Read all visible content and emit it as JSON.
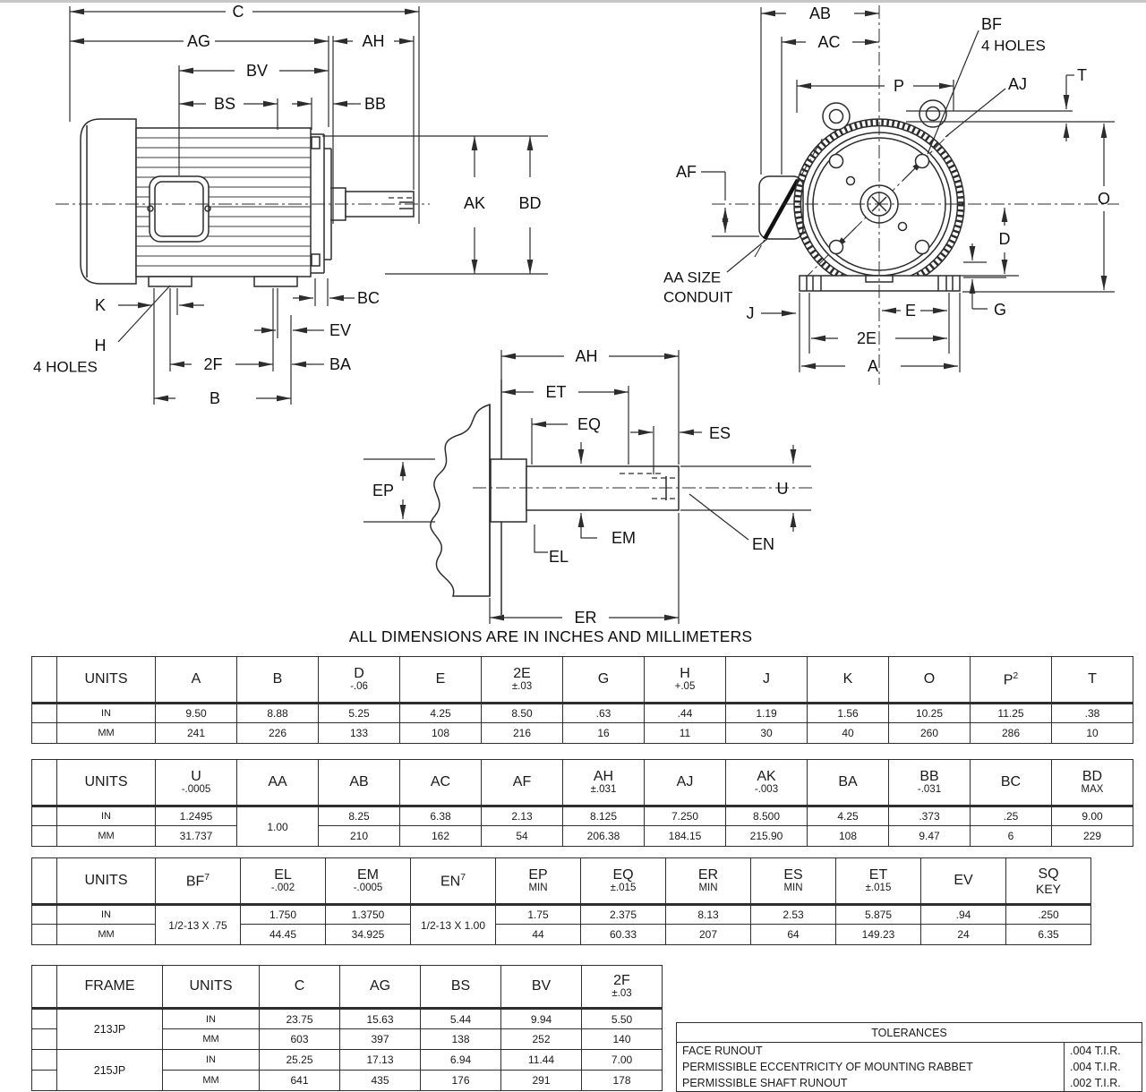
{
  "title_note": "ALL DIMENSIONS ARE IN INCHES AND MILLIMETERS",
  "units": {
    "in_label": "IN",
    "mm_label": "MM"
  },
  "labels": {
    "side": {
      "c": "C",
      "ag": "AG",
      "ah": "AH",
      "bv": "BV",
      "bs": "BS",
      "bb": "BB",
      "ak": "AK",
      "bd": "BD",
      "bc": "BC",
      "ev": "EV",
      "ba": "BA",
      "k": "K",
      "h": "H",
      "holes": "4 HOLES",
      "f2": "2F",
      "b": "B"
    },
    "front": {
      "ab": "AB",
      "ac": "AC",
      "p": "P",
      "bf": "BF",
      "holes": "4 HOLES",
      "aj": "AJ",
      "t": "T",
      "af": "AF",
      "o": "O",
      "d": "D",
      "g": "G",
      "j": "J",
      "e": "E",
      "e2": "2E",
      "a": "A",
      "aa_line1": "AA SIZE",
      "aa_line2": "CONDUIT"
    },
    "shaft": {
      "ah": "AH",
      "et": "ET",
      "eq": "EQ",
      "es": "ES",
      "ep": "EP",
      "u": "U",
      "em": "EM",
      "el": "EL",
      "en": "EN",
      "er": "ER"
    }
  },
  "t1": {
    "headers": [
      {
        "label": "UNITS"
      },
      {
        "label": "A"
      },
      {
        "label": "B"
      },
      {
        "label": "D",
        "sub": "-.06"
      },
      {
        "label": "E"
      },
      {
        "label": "2E",
        "sub": "±.03"
      },
      {
        "label": "G"
      },
      {
        "label": "H",
        "sub": "+.05"
      },
      {
        "label": "J"
      },
      {
        "label": "K"
      },
      {
        "label": "O"
      },
      {
        "label": "P",
        "sup": "2"
      },
      {
        "label": "T"
      }
    ],
    "row_in": {
      "values": [
        "9.50",
        "8.88",
        "5.25",
        "4.25",
        "8.50",
        ".63",
        ".44",
        "1.19",
        "1.56",
        "10.25",
        "11.25",
        ".38"
      ]
    },
    "row_mm": {
      "values": [
        "241",
        "226",
        "133",
        "108",
        "216",
        "16",
        "11",
        "30",
        "40",
        "260",
        "286",
        "10"
      ]
    }
  },
  "t2": {
    "headers": [
      {
        "label": "UNITS"
      },
      {
        "label": "U",
        "sub": "-.0005"
      },
      {
        "label": "AA"
      },
      {
        "label": "AB"
      },
      {
        "label": "AC"
      },
      {
        "label": "AF"
      },
      {
        "label": "AH",
        "sub": "±.031"
      },
      {
        "label": "AJ"
      },
      {
        "label": "AK",
        "sub": "-.003"
      },
      {
        "label": "BA"
      },
      {
        "label": "BB",
        "sub": "-.031"
      },
      {
        "label": "BC"
      },
      {
        "label": "BD",
        "sub": "MAX"
      }
    ],
    "merged_aa": "1.00",
    "row_in": {
      "values": [
        "1.2495",
        "8.25",
        "6.38",
        "2.13",
        "8.125",
        "7.250",
        "8.500",
        "4.25",
        ".373",
        ".25",
        "9.00"
      ]
    },
    "row_mm": {
      "values": [
        "31.737",
        "210",
        "162",
        "54",
        "206.38",
        "184.15",
        "215.90",
        "108",
        "9.47",
        "6",
        "229"
      ]
    }
  },
  "t3": {
    "headers": [
      {
        "label": "UNITS"
      },
      {
        "label": "BF",
        "sup": "7"
      },
      {
        "label": "EL",
        "sub": "-.002"
      },
      {
        "label": "EM",
        "sub": "-.0005"
      },
      {
        "label": "EN",
        "sup": "7"
      },
      {
        "label": "EP",
        "sub": "MIN"
      },
      {
        "label": "EQ",
        "sub": "±.015"
      },
      {
        "label": "ER",
        "sub": "MIN"
      },
      {
        "label": "ES",
        "sub": "MIN"
      },
      {
        "label": "ET",
        "sub": "±.015"
      },
      {
        "label": "EV"
      },
      {
        "label": "SQ",
        "sub": "KEY"
      }
    ],
    "merged_bf": "1/2-13 X .75",
    "merged_en": "1/2-13 X 1.00",
    "row_in": {
      "values": [
        "1.750",
        "1.3750",
        "1.75",
        "2.375",
        "8.13",
        "2.53",
        "5.875",
        ".94",
        ".250"
      ]
    },
    "row_mm": {
      "values": [
        "44.45",
        "34.925",
        "44",
        "60.33",
        "207",
        "64",
        "149.23",
        "24",
        "6.35"
      ]
    }
  },
  "t4": {
    "headers": [
      {
        "label": "FRAME"
      },
      {
        "label": "UNITS"
      },
      {
        "label": "C"
      },
      {
        "label": "AG"
      },
      {
        "label": "BS"
      },
      {
        "label": "BV"
      },
      {
        "label": "2F",
        "sub": "±.03"
      }
    ],
    "groups": [
      {
        "frame": "213JP",
        "in": [
          "23.75",
          "15.63",
          "5.44",
          "9.94",
          "5.50"
        ],
        "mm": [
          "603",
          "397",
          "138",
          "252",
          "140"
        ]
      },
      {
        "frame": "215JP",
        "in": [
          "25.25",
          "17.13",
          "6.94",
          "11.44",
          "7.00"
        ],
        "mm": [
          "641",
          "435",
          "176",
          "291",
          "178"
        ]
      }
    ]
  },
  "tolerances": {
    "title": "TOLERANCES",
    "rows": [
      {
        "label": "FACE RUNOUT",
        "value": ".004 T.I.R."
      },
      {
        "label": "PERMISSIBLE ECCENTRICITY OF MOUNTING RABBET",
        "value": ".004 T.I.R."
      },
      {
        "label": "PERMISSIBLE SHAFT RUNOUT",
        "value": ".002 T.I.R."
      }
    ]
  }
}
